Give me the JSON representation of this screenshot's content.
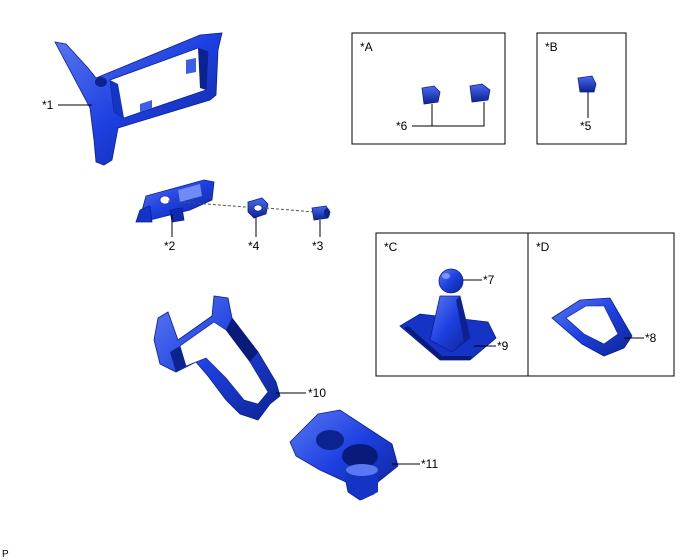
{
  "labels": {
    "p1": "*1",
    "p2": "*2",
    "p3": "*3",
    "p4": "*4",
    "p5": "*5",
    "p6": "*6",
    "p7": "*7",
    "p8": "*8",
    "p9": "*9",
    "p10": "*10",
    "p11": "*11"
  },
  "boxes": {
    "a": "*A",
    "b": "*B",
    "c": "*C",
    "d": "*D"
  },
  "footer_code": "P",
  "colors": {
    "part_main": "#1d3fe0",
    "part_dark": "#0f2ab0",
    "part_light": "#6f8bf5",
    "part_deep": "#081a7a"
  }
}
